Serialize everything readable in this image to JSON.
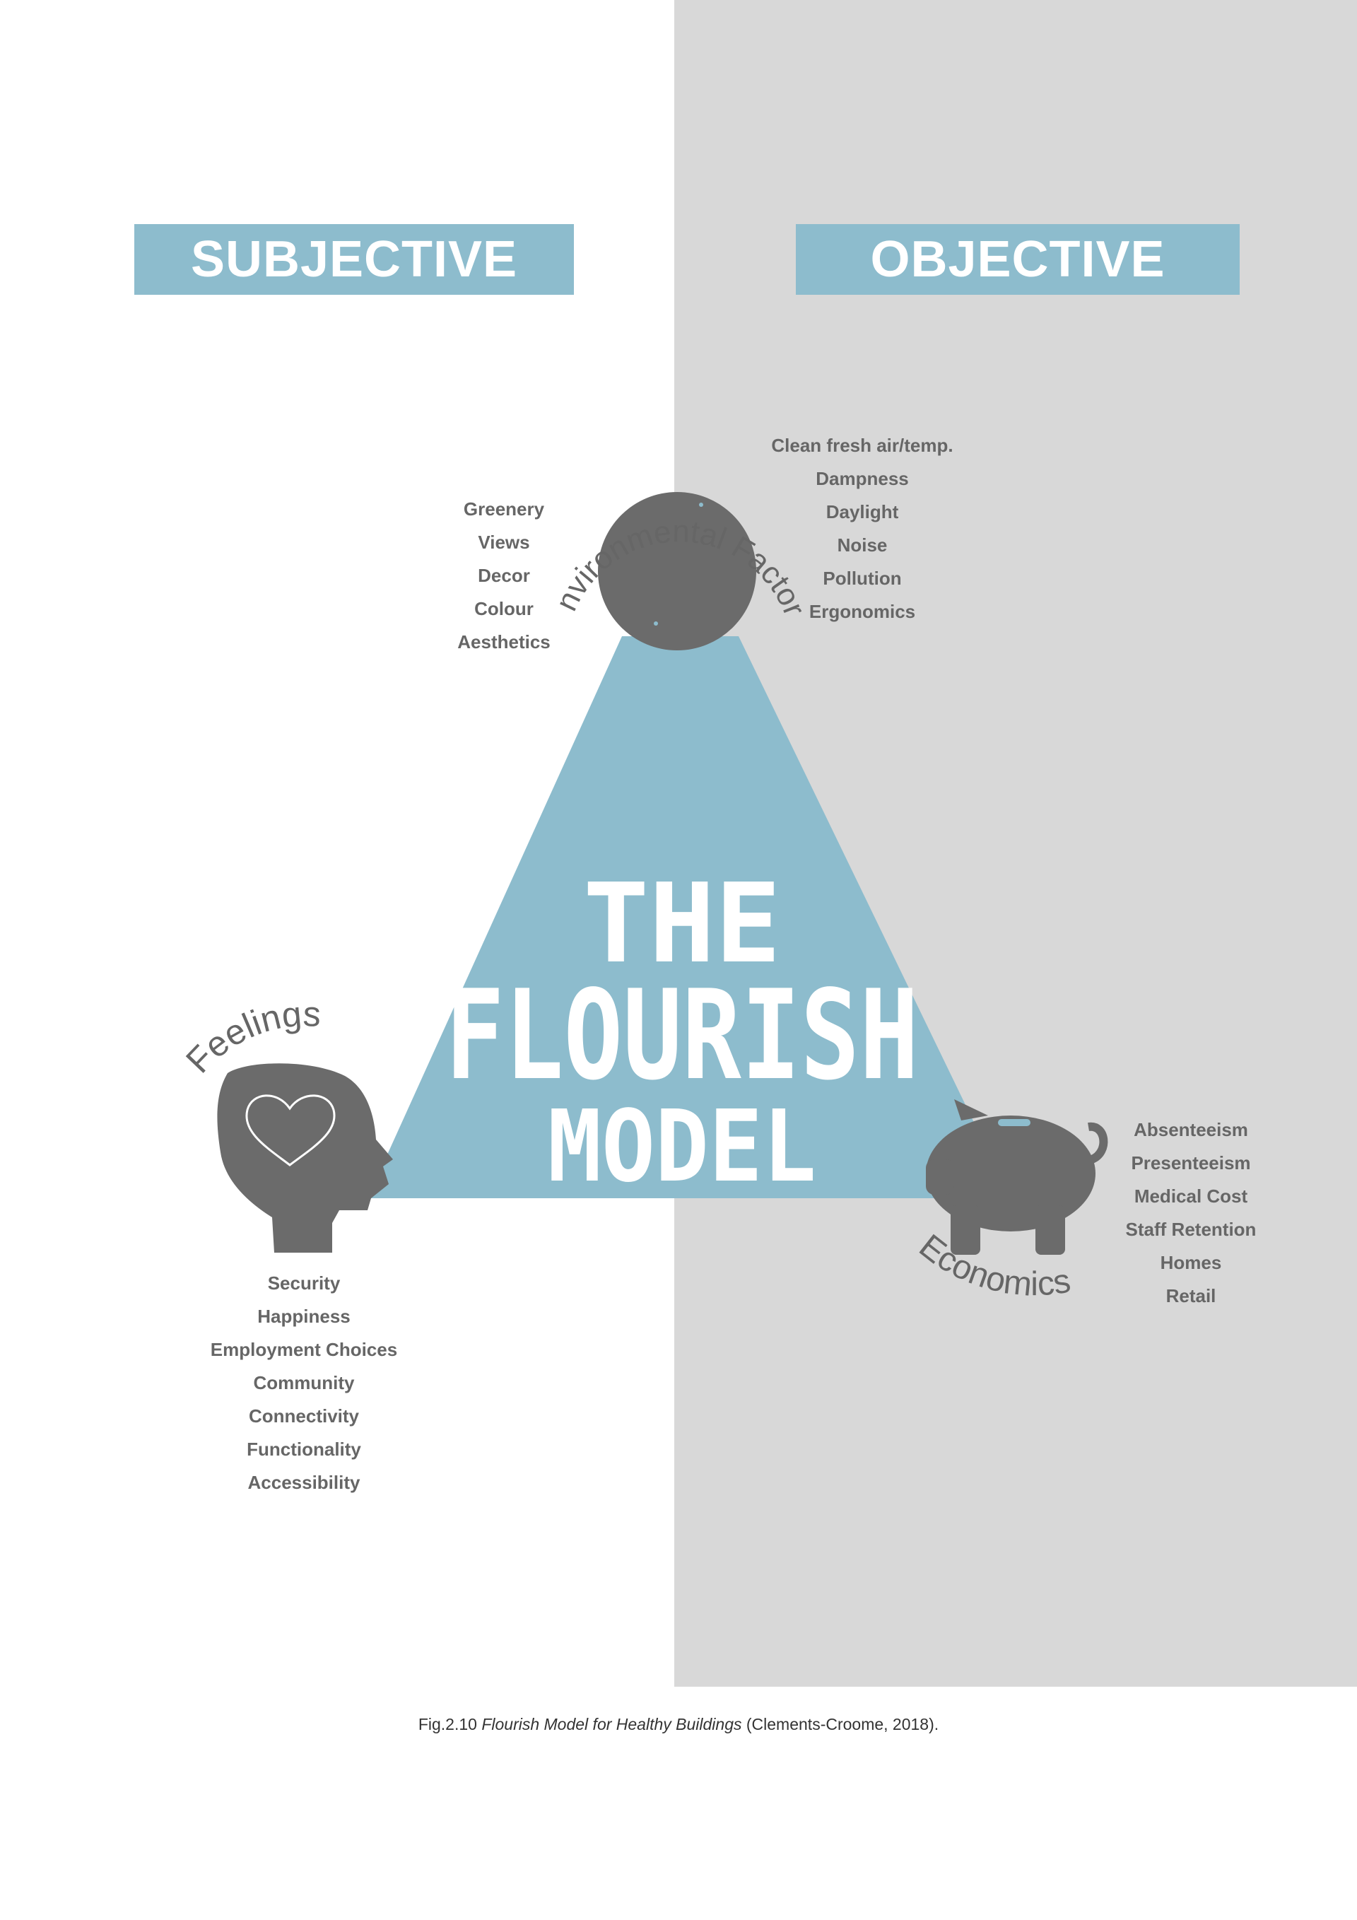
{
  "colors": {
    "accent": "#8dbccd",
    "icon_gray": "#6b6b6b",
    "panel_gray": "#d8d8d8",
    "text_gray": "#666666"
  },
  "headers": {
    "subjective": "SUBJECTIVE",
    "objective": "OBJECTIVE"
  },
  "title": {
    "line1": "THE",
    "line2": "FLOURISH",
    "line3": "MODEL"
  },
  "nodes": {
    "environmental": {
      "label": "Environmental Factors",
      "icon": "globe-icon",
      "subjective_items": [
        "Greenery",
        "Views",
        "Decor",
        "Colour",
        "Aesthetics"
      ],
      "objective_items": [
        "Clean fresh air/temp.",
        "Dampness",
        "Daylight",
        "Noise",
        "Pollution",
        "Ergonomics"
      ]
    },
    "feelings": {
      "label": "Feelings",
      "icon": "head-heart-icon",
      "items": [
        "Security",
        "Happiness",
        "Employment Choices",
        "Community",
        "Connectivity",
        "Functionality",
        "Accessibility"
      ]
    },
    "economics": {
      "label": "Economics",
      "icon": "piggy-bank-icon",
      "items": [
        "Absenteeism",
        "Presenteeism",
        "Medical Cost",
        "Staff Retention",
        "Homes",
        "Retail"
      ]
    }
  },
  "caption": {
    "prefix": "Fig.2.10 ",
    "title": "Flourish Model for Healthy Buildings",
    "suffix": " (Clements-Croome, 2018)."
  }
}
